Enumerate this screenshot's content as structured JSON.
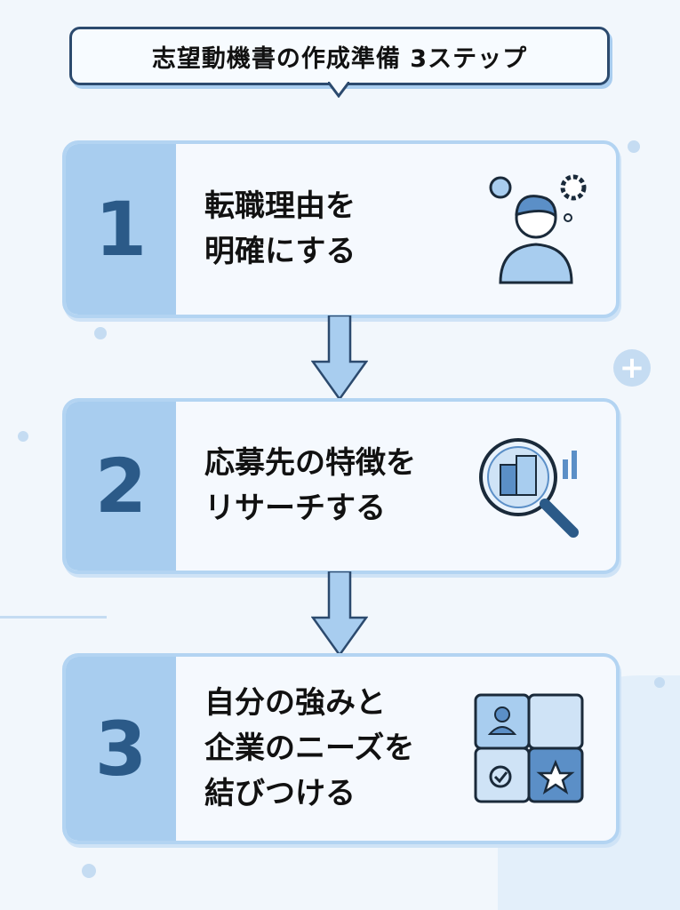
{
  "title": "志望動機書の作成準備 3ステップ",
  "steps": [
    {
      "number": "1",
      "lines": [
        "転職理由を",
        "明確にする"
      ],
      "icon": "thinking-person-icon"
    },
    {
      "number": "2",
      "lines": [
        "応募先の特徴を",
        "リサーチする"
      ],
      "icon": "magnifier-building-icon"
    },
    {
      "number": "3",
      "lines": [
        "自分の強みと",
        "企業のニーズを",
        "結びつける"
      ],
      "icon": "puzzle-icon"
    }
  ],
  "colors": {
    "accent": "#a8cdef",
    "number": "#2b5a88",
    "border": "#2c4a6e",
    "background": "#f2f7fc"
  }
}
